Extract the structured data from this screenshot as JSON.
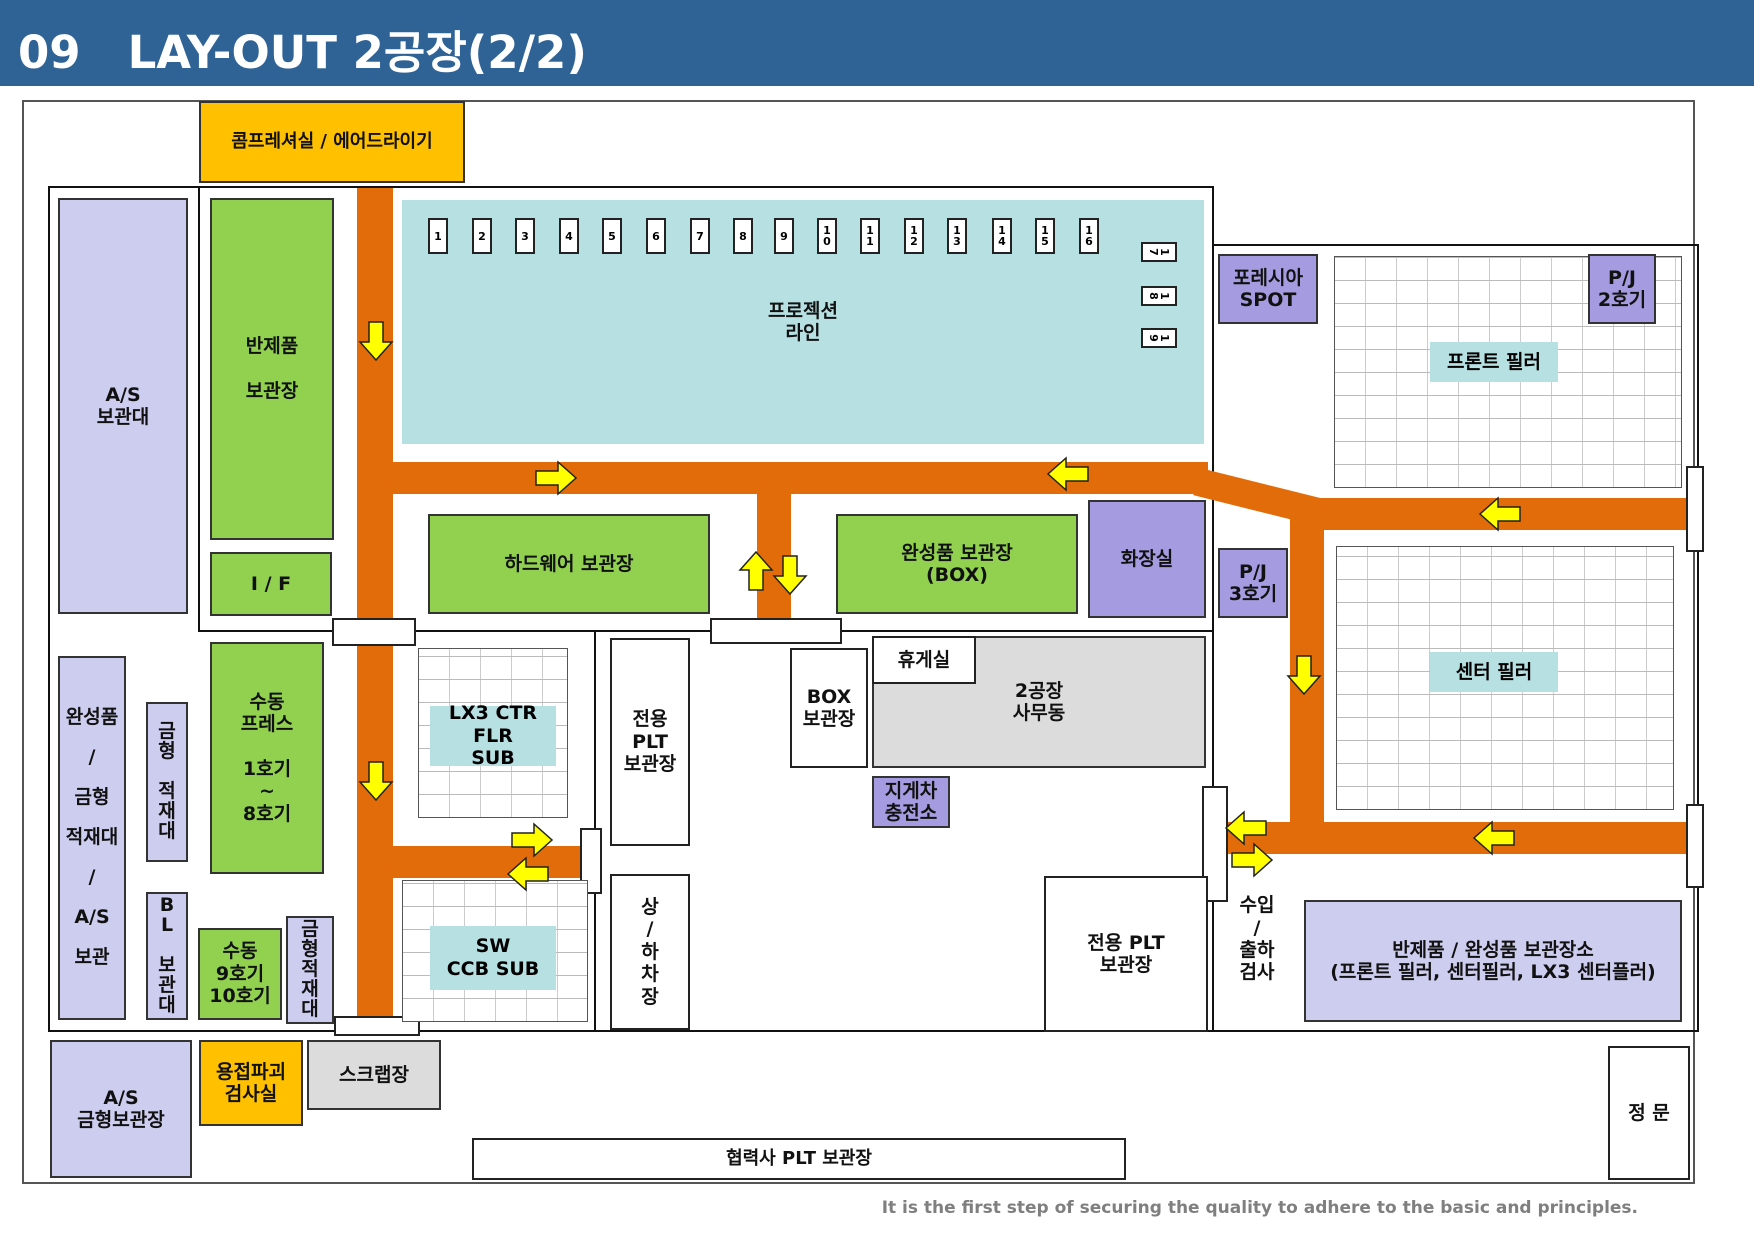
{
  "header": {
    "title": "09   LAY-OUT 2공장(2/2)"
  },
  "colors": {
    "header_bg": "#2f6395",
    "road": "#e36c0a",
    "green": "#92d050",
    "lavender": "#cdcdf0",
    "dark_lavender": "#a59be0",
    "orange": "#ffc000",
    "cyan": "#b7e0e3",
    "arrow": "#ffff00"
  },
  "areas": {
    "compressor": "콤프레셔실 / 에어드라이기",
    "as_rack": "A/S\n보관대",
    "semi_storage": "반제품\n\n보관장",
    "if": "I / F",
    "projection": "프로젝션\n라인",
    "hardware": "하드웨어 보관장",
    "finished_box": "완성품 보관장\n(BOX)",
    "restroom": "화장실",
    "forecia_spot": "포레시아\nSPOT",
    "pj2": "P/J\n2호기",
    "pj3": "P/J\n3호기",
    "front_pillar": "프론트 필러",
    "center_pillar": "센터 필러",
    "finished_mold": "완성품\n\n/\n\n금형\n\n적재대\n\n/\n\nA/S\n\n보관",
    "mold_rack": "금\n형\n\n적\n재\n대",
    "bl_rack": "B\nL\n\n보\n관\n대",
    "manual_press": "수동\n프레스\n\n1호기\n~\n8호기",
    "manual_9_10": "수동\n9호기\n10호기",
    "mold_rack2": "금\n형\n적\n재\n대",
    "lx3": "LX3 CTR FLR\nSUB",
    "sw_ccb": "SW\nCCB SUB",
    "plt_dedicated": "전용\nPLT\n보관장",
    "loading": "상\n/\n하\n차\n장",
    "box_storage": "BOX\n보관장",
    "break_room": "휴게실",
    "office": "2공장\n사무동",
    "forklift": "지게차\n충전소",
    "plt_dedicated2": "전용 PLT\n보관장",
    "inspection": "수입\n/\n출하\n검사",
    "semi_finished_storage": "반제품 / 완성품 보관장소\n(프론트 필러, 센터필러, LX3 센터플러)",
    "as_mold_storage": "A/S\n금형보관장",
    "weld_test": "용접파괴\n검사실",
    "scrap": "스크랩장",
    "partner_plt": "협력사 PLT 보관장",
    "main_gate": "정 문"
  },
  "line_slots": [
    "1",
    "2",
    "3",
    "4",
    "5",
    "6",
    "7",
    "8",
    "9",
    "1\n0",
    "1\n1",
    "1\n2",
    "1\n3",
    "1\n4",
    "1\n5",
    "1\n6"
  ],
  "side_slots": [
    "1\n7",
    "1\n8",
    "1\n9"
  ],
  "footer": "It is the first step of securing the quality to adhere to the basic and principles."
}
